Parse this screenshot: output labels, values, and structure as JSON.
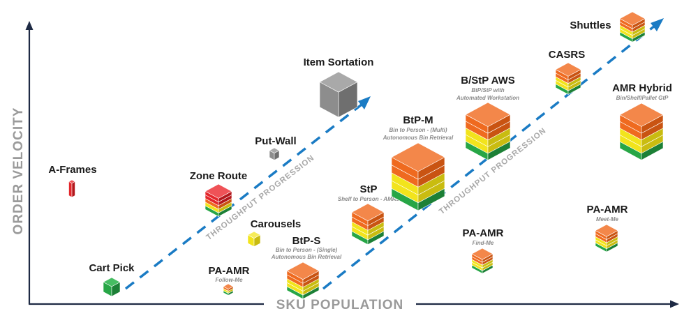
{
  "axes": {
    "x_label": "SKU POPULATION",
    "y_label": "ORDER VELOCITY"
  },
  "progression_label": "THROUGHPUT PROGRESSION",
  "colors": {
    "arrow": "#1a7bc4",
    "axis": "#1e2a44",
    "orange": "#ef6a1f",
    "yellow": "#f2e41c",
    "green": "#27a646",
    "red": "#e3262b",
    "gray": "#8d8d8d"
  },
  "items": [
    {
      "id": "a-frames",
      "title": "A-Frames",
      "subtitle": ""
    },
    {
      "id": "cart-pick",
      "title": "Cart Pick",
      "subtitle": ""
    },
    {
      "id": "zone-route",
      "title": "Zone Route",
      "subtitle": ""
    },
    {
      "id": "put-wall",
      "title": "Put-Wall",
      "subtitle": ""
    },
    {
      "id": "item-sortation",
      "title": "Item Sortation",
      "subtitle": ""
    },
    {
      "id": "carousels",
      "title": "Carousels",
      "subtitle": ""
    },
    {
      "id": "pa-amr-follow",
      "title": "PA-AMR",
      "subtitle": "Follow-Me"
    },
    {
      "id": "btp-s",
      "title": "BtP-S",
      "subtitle": "Bin to Person - (Single)",
      "subtitle2": "Autonomous Bin Retrieval"
    },
    {
      "id": "stp",
      "title": "StP",
      "subtitle": "Shelf to Person - AMRs"
    },
    {
      "id": "btp-m",
      "title": "BtP-M",
      "subtitle": "Bin to Person - (Multi)",
      "subtitle2": "Autonomous Bin Retrieval"
    },
    {
      "id": "bstp-aws",
      "title": "B/StP AWS",
      "subtitle": "BtP/StP with",
      "subtitle2": "Automated Workstation"
    },
    {
      "id": "pa-amr-find",
      "title": "PA-AMR",
      "subtitle": "Find-Me"
    },
    {
      "id": "casrs",
      "title": "CASRS",
      "subtitle": ""
    },
    {
      "id": "shuttles",
      "title": "Shuttles",
      "subtitle": ""
    },
    {
      "id": "amr-hybrid",
      "title": "AMR Hybrid",
      "subtitle": "Bin/Shelf/Pallet GtP"
    },
    {
      "id": "pa-amr-meet",
      "title": "PA-AMR",
      "subtitle": "Meet-Me"
    }
  ]
}
